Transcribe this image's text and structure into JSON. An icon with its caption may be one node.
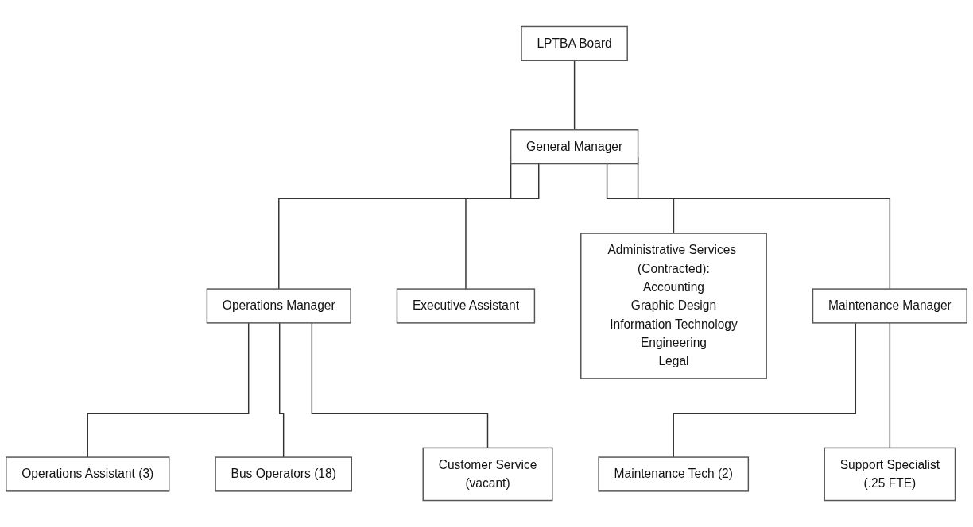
{
  "diagram": {
    "nodes": [
      {
        "text": [
          "LPTBA Board"
        ]
      },
      {
        "text": [
          "General Manager"
        ]
      },
      {
        "text": [
          "Operations Manager"
        ]
      },
      {
        "text": [
          "Operations Assistant (3)"
        ]
      },
      {
        "text": [
          "Bus Operators (18)"
        ]
      },
      {
        "text": [
          "Customer Service",
          "(vacant)"
        ]
      },
      {
        "text": [
          "Executive Assistant"
        ]
      },
      {
        "text": [
          "Administrative Services (Contracted):",
          "Accounting",
          "Graphic Design",
          "Information Technology",
          "Engineering",
          "Legal"
        ]
      },
      {
        "text": [
          "Maintenance Manager"
        ]
      },
      {
        "text": [
          "Maintenance Tech (2)"
        ]
      },
      {
        "text": [
          "Support Specialist",
          "(.25 FTE)"
        ]
      }
    ],
    "edges": [
      {
        "from": 0,
        "to": 1,
        "arrow": "none"
      },
      {
        "from": 1,
        "to": 2,
        "arrow": "none"
      },
      {
        "from": 1,
        "to": 6,
        "arrow": "none"
      },
      {
        "from": 1,
        "to": 7,
        "arrow": "none"
      },
      {
        "from": 1,
        "to": 8,
        "arrow": "none"
      },
      {
        "from": 2,
        "to": 3,
        "arrow": "none"
      },
      {
        "from": 2,
        "to": 4,
        "arrow": "none"
      },
      {
        "from": 2,
        "to": 5,
        "arrow": "none"
      },
      {
        "from": 8,
        "to": 9,
        "arrow": "none"
      },
      {
        "from": 8,
        "to": 10,
        "arrow": "none"
      }
    ]
  }
}
